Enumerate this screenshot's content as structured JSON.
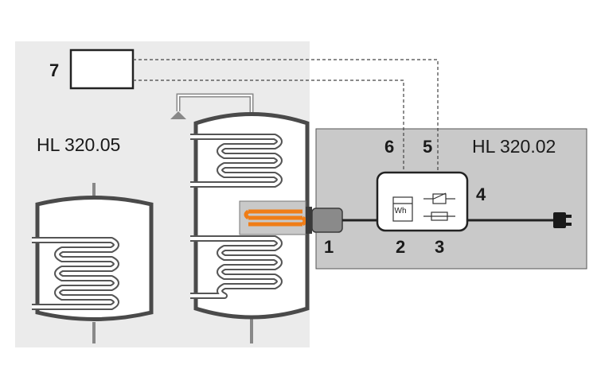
{
  "left_unit": {
    "model": "HL 320.05"
  },
  "right_unit": {
    "model": "HL 320.02"
  },
  "callouts": {
    "heating_element": "1",
    "energy_meter": "2",
    "fuse": "3",
    "switch_box": "4",
    "relay": "5",
    "meter_output": "6",
    "controller": "7"
  },
  "meter_symbol": "Wh",
  "colors": {
    "left_panel": "#ebebeb",
    "right_panel": "#c9c9c9",
    "heater": "#f07d16",
    "tank_outline": "#4a4a4a"
  },
  "icons": [
    "plug-icon"
  ]
}
